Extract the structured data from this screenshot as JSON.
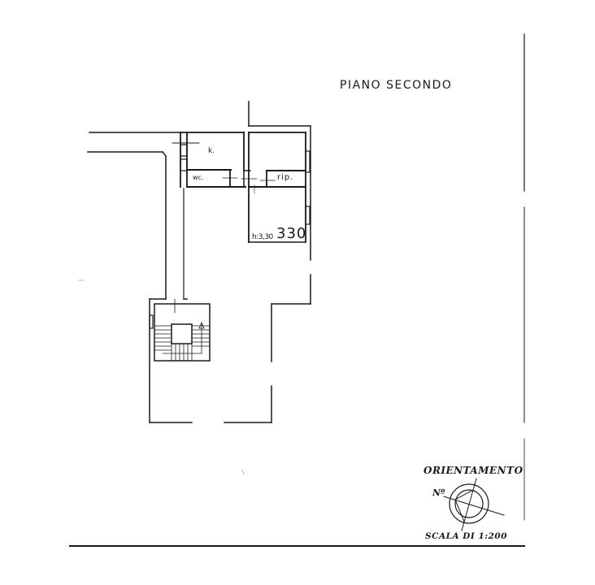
{
  "drawing": {
    "floor_title": "PIANO SECONDO",
    "rooms": [
      {
        "id": "kitchen",
        "label": "k."
      },
      {
        "id": "wc",
        "label": "wc."
      },
      {
        "id": "storage",
        "label": "rip."
      }
    ],
    "ceiling_height_label": "h:3,30",
    "ceiling_height_value": "330",
    "orientation_title": "ORIENTAMENTO",
    "north_symbol": "Nº",
    "scale_label": "SCALA DI 1:200"
  },
  "colors": {
    "line": "#1a1a1a",
    "background": "#ffffff"
  }
}
